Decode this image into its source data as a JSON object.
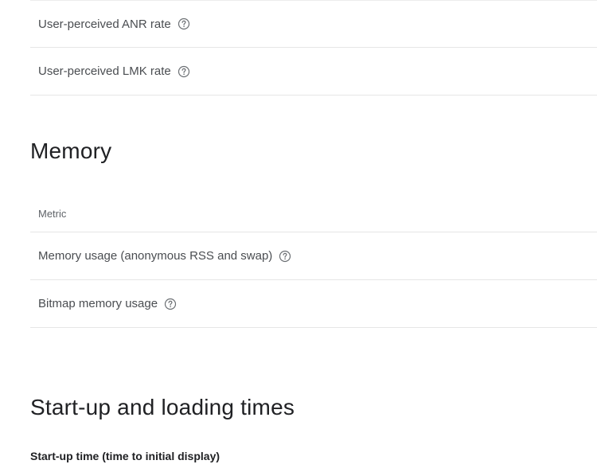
{
  "vitals_rows": [
    {
      "label": "User-perceived ANR rate"
    },
    {
      "label": "User-perceived LMK rate"
    }
  ],
  "memory": {
    "title": "Memory",
    "column_header": "Metric",
    "rows": [
      {
        "label": "Memory usage (anonymous RSS and swap)"
      },
      {
        "label": "Bitmap memory usage"
      }
    ]
  },
  "startup": {
    "title": "Start-up and loading times",
    "subtitle": "Start-up time (time to initial display)"
  },
  "icons": {
    "help": "help-circle-icon"
  },
  "colors": {
    "divider": "#e6e6e6",
    "text": "#4a4d51",
    "title": "#202124"
  }
}
